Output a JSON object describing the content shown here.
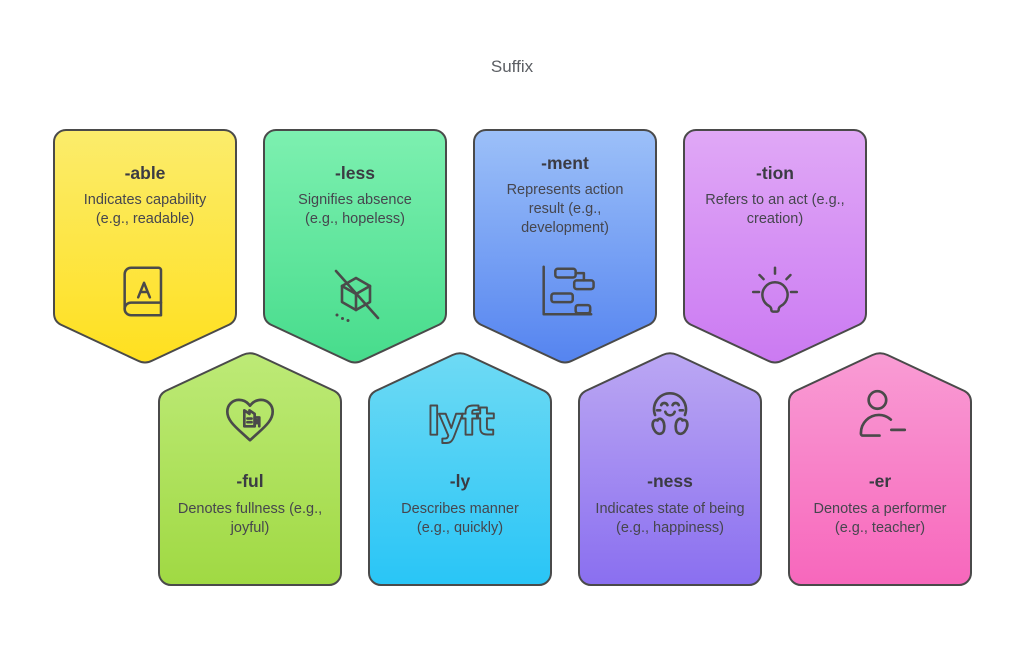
{
  "page_title": "Suffix",
  "style": {
    "border_color": "#4a4a4a",
    "icon_stroke": "#4a4a4a",
    "heading_color": "#5b5e63",
    "title_text_color": "#3b3b43",
    "desc_text_color": "#46464e",
    "background": "#ffffff"
  },
  "cards": [
    {
      "suffix": "-able",
      "description": "Indicates capability (e.g., readable)",
      "icon": "book-a-icon",
      "row": "top",
      "gradient_top": "#FBEC6C",
      "gradient_bottom": "#FFE01F"
    },
    {
      "suffix": "-less",
      "description": "Signifies absence (e.g., hopeless)",
      "icon": "crossed-box-icon",
      "row": "top",
      "gradient_top": "#7DF0B0",
      "gradient_bottom": "#47DC8C"
    },
    {
      "suffix": "-ment",
      "description": "Represents action result (e.g., development)",
      "icon": "gantt-chart-icon",
      "row": "top",
      "gradient_top": "#9CC0F8",
      "gradient_bottom": "#5584F0"
    },
    {
      "suffix": "-tion",
      "description": "Refers to an act (e.g., creation)",
      "icon": "lightbulb-icon",
      "row": "top",
      "gradient_top": "#E0A8F6",
      "gradient_bottom": "#CB7AF2"
    },
    {
      "suffix": "-ful",
      "description": "Denotes fullness (e.g., joyful)",
      "icon": "heart-building-icon",
      "row": "bottom",
      "gradient_top": "#BDEA77",
      "gradient_bottom": "#A0D943"
    },
    {
      "suffix": "-ly",
      "description": "Describes manner (e.g., quickly)",
      "icon": "lyft-logo-icon",
      "row": "bottom",
      "gradient_top": "#6EDAF4",
      "gradient_bottom": "#29C5F6"
    },
    {
      "suffix": "-ness",
      "description": "Indicates state of being (e.g., happiness)",
      "icon": "cozy-face-icon",
      "row": "bottom",
      "gradient_top": "#BBA7F3",
      "gradient_bottom": "#8A6FF0"
    },
    {
      "suffix": "-er",
      "description": "Denotes a performer (e.g., teacher)",
      "icon": "person-dash-icon",
      "row": "bottom",
      "gradient_top": "#F99CD4",
      "gradient_bottom": "#F767BC"
    }
  ]
}
